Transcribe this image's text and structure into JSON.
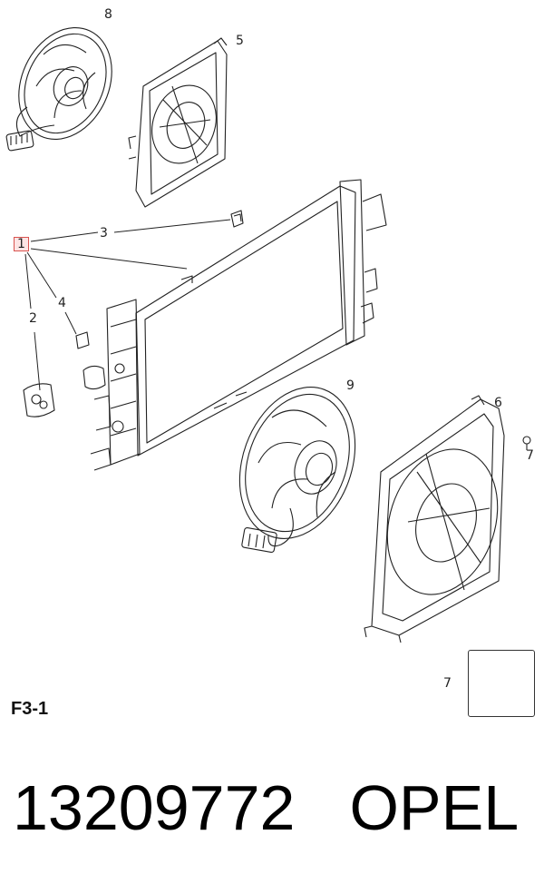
{
  "callouts": {
    "c1": "1",
    "c2": "2",
    "c3": "3",
    "c4": "4",
    "c5": "5",
    "c6": "6",
    "c7": "7",
    "c7b": "7",
    "c8": "8",
    "c9": "9"
  },
  "figure_code": "F3-1",
  "part_number": "13209772",
  "brand": "OPEL",
  "colors": {
    "highlight": "#fde4e4",
    "highlight_border": "#d9534f",
    "line": "#222222"
  }
}
